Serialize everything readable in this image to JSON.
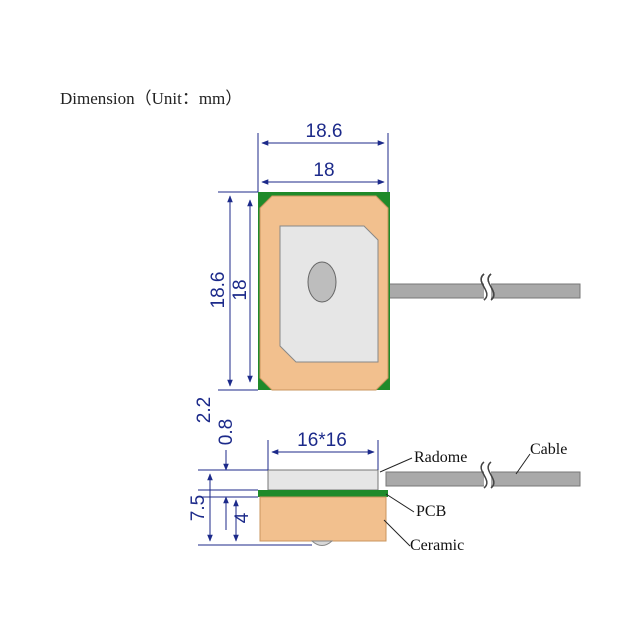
{
  "title": "Dimension（Unit：mm）",
  "top_view": {
    "width_outer": "18.6",
    "width_inner": "18",
    "height_outer": "18.6",
    "height_inner": "18"
  },
  "side_view": {
    "radome_size": "16*16",
    "dim_radome_height": "2.2",
    "dim_pcb_height": "0.8",
    "dim_total_height": "7.5",
    "dim_ceramic_height": "4"
  },
  "labels": {
    "radome": "Radome",
    "pcb": "PCB",
    "ceramic": "Ceramic",
    "cable": "Cable"
  },
  "colors": {
    "pcb_green": "#1f8a2a",
    "ceramic": "#f2c08e",
    "patch": "#e6e6e6",
    "cable": "#a9a9a9",
    "dimension": "#1c2a8a"
  }
}
